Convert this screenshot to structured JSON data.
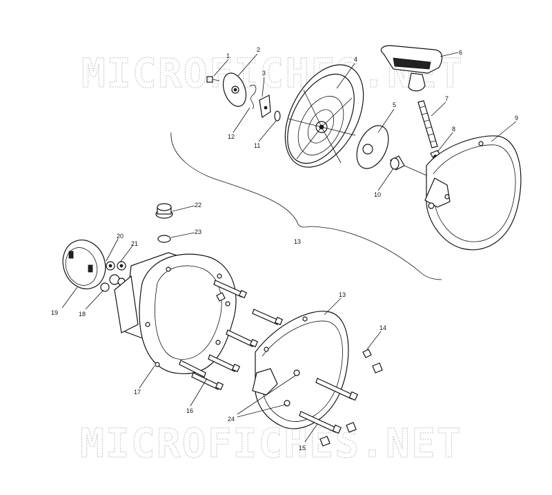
{
  "watermark": {
    "top": "MICROFICHES.NET",
    "bottom": "MICROFICHES.NET"
  },
  "callouts": [
    {
      "id": "c1",
      "label": "1"
    },
    {
      "id": "c2",
      "label": "2"
    },
    {
      "id": "c3",
      "label": "3"
    },
    {
      "id": "c4",
      "label": "4"
    },
    {
      "id": "c5",
      "label": "5"
    },
    {
      "id": "c6",
      "label": "6"
    },
    {
      "id": "c7",
      "label": "7"
    },
    {
      "id": "c8",
      "label": "8"
    },
    {
      "id": "c9",
      "label": "9"
    },
    {
      "id": "c10",
      "label": "10"
    },
    {
      "id": "c11",
      "label": "11"
    },
    {
      "id": "c12",
      "label": "12"
    },
    {
      "id": "c13a",
      "label": "13"
    },
    {
      "id": "c13b",
      "label": "13"
    },
    {
      "id": "c14",
      "label": "14"
    },
    {
      "id": "c15",
      "label": "15"
    },
    {
      "id": "c16",
      "label": "16"
    },
    {
      "id": "c17",
      "label": "17"
    },
    {
      "id": "c18",
      "label": "18"
    },
    {
      "id": "c19",
      "label": "19"
    },
    {
      "id": "c20",
      "label": "20"
    },
    {
      "id": "c21",
      "label": "21"
    },
    {
      "id": "c22",
      "label": "22"
    },
    {
      "id": "c23",
      "label": "23"
    },
    {
      "id": "c24",
      "label": "24"
    }
  ]
}
